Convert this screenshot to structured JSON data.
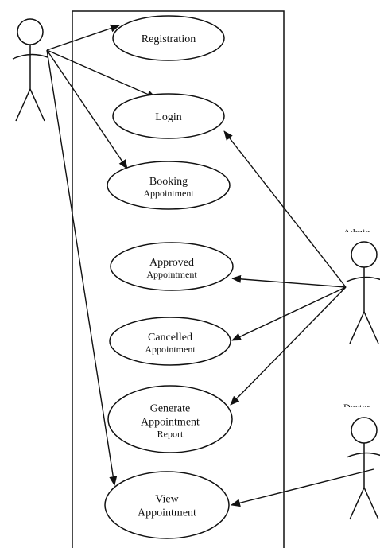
{
  "diagram": {
    "type": "use-case",
    "use_cases": [
      {
        "id": "registration",
        "lines": [
          "Registration"
        ]
      },
      {
        "id": "login",
        "lines": [
          "Login"
        ]
      },
      {
        "id": "booking",
        "lines": [
          "Booking"
        ],
        "clipped_lines": [
          "Appointment"
        ]
      },
      {
        "id": "approved",
        "lines": [
          "Approved"
        ],
        "clipped_lines": [
          "Appointment"
        ]
      },
      {
        "id": "cancelled",
        "lines": [
          "Cancelled"
        ],
        "clipped_lines": [
          "Appointment"
        ]
      },
      {
        "id": "generate",
        "lines": [
          "Generate",
          "Appointment"
        ],
        "clipped_lines": [
          "Report"
        ]
      },
      {
        "id": "view",
        "lines": [
          "View",
          "Appointment"
        ]
      }
    ],
    "actors": [
      {
        "id": "user",
        "label": ""
      },
      {
        "id": "admin",
        "label": "Admin",
        "label_cut_off": true
      },
      {
        "id": "doctor",
        "label": "Doctor",
        "label_cut_off": true
      }
    ],
    "associations": [
      {
        "from": "user",
        "to": "registration"
      },
      {
        "from": "user",
        "to": "login"
      },
      {
        "from": "user",
        "to": "booking"
      },
      {
        "from": "user",
        "to": "view"
      },
      {
        "from": "admin",
        "to": "login"
      },
      {
        "from": "admin",
        "to": "approved"
      },
      {
        "from": "admin",
        "to": "cancelled"
      },
      {
        "from": "admin",
        "to": "generate"
      },
      {
        "from": "doctor",
        "to": "view"
      }
    ]
  }
}
